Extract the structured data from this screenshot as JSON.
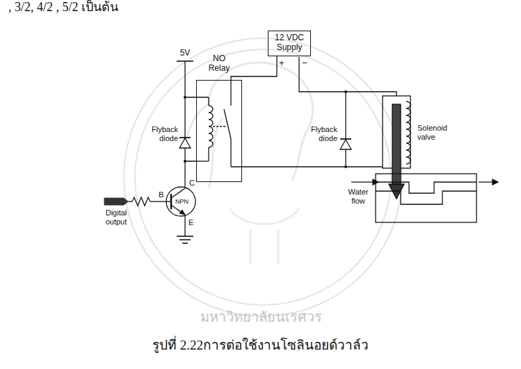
{
  "diagram": {
    "caption": "รูปที่ 2.22การต่อใช้งานโซลินอยด์วาล์ว",
    "nodes": [
      {
        "text": [
          "12 VDC Supply"
        ]
      },
      {
        "text": [
          "NO Relay"
        ]
      },
      {
        "text": [
          "NPN"
        ]
      }
    ],
    "edges": [
      {
        "from": 0,
        "to": 1,
        "arrow": "none"
      },
      {
        "from": 2,
        "to": 1,
        "arrow": "none"
      }
    ],
    "labels": [
      ", 3/2, 4/2 , 5/2 เป็นต้น",
      "มหาวิทยาลัยนเรศวร",
      "5V",
      "+",
      "−",
      "Flyback diode",
      "Flyback diode",
      "Solenoid valve",
      "Water flow",
      "B",
      "C",
      "E",
      "Digital output"
    ]
  }
}
